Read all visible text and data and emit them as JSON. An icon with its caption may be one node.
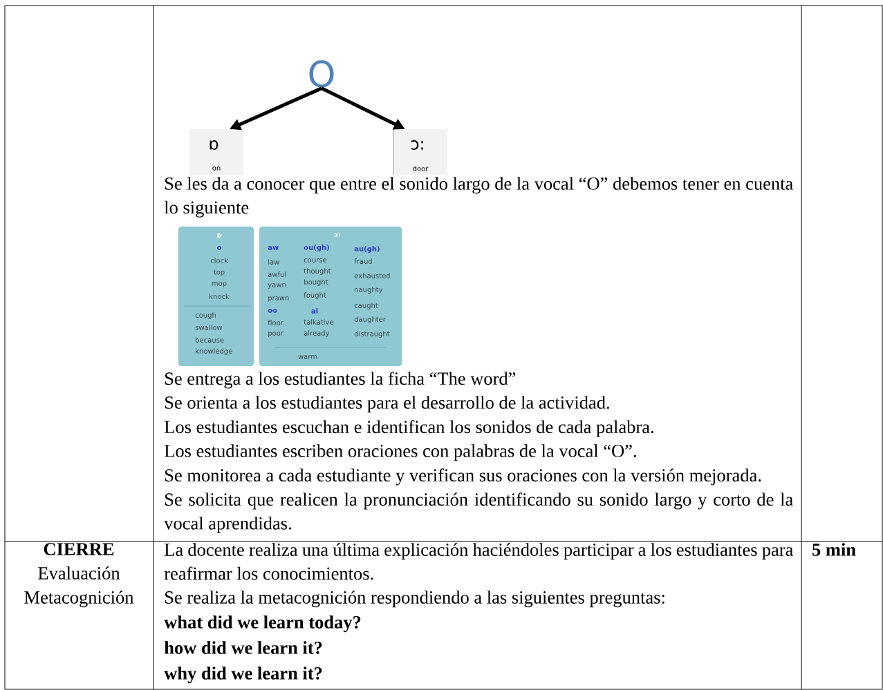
{
  "diagram": {
    "nodes": [
      {
        "text": [
          "O"
        ]
      },
      {
        "text": [
          "ɒ",
          "on"
        ]
      },
      {
        "text": [
          "ɔ:",
          "door"
        ]
      },
      {
        "text": [
          "ɒ",
          "o",
          "clock",
          "top",
          "mop",
          "knock",
          "cough",
          "swallow",
          "because",
          "knowledge"
        ]
      },
      {
        "text": [
          "ɔ:",
          "aw",
          "law",
          "awful",
          "yawn",
          "prawn",
          "oo",
          "floor",
          "poor",
          "ou(gh)",
          "course",
          "thought",
          "bought",
          "fought",
          "al",
          "talkative",
          "already",
          "au(gh)",
          "fraud",
          "exhausted",
          "naughty",
          "caught",
          "daughter",
          "distraught",
          "warm"
        ]
      }
    ],
    "edges": [
      {
        "from": 0,
        "to": 1,
        "arrow": "to"
      },
      {
        "from": 0,
        "to": 2,
        "arrow": "to"
      }
    ],
    "labels": [
      "Se les da a conocer que entre el sonido largo de la vocal “O” debemos tener en cuenta lo siguiente",
      "Se entrega a los estudiantes la ficha “The word”",
      "Se orienta a los estudiantes para el desarrollo de la actividad.",
      "Los estudiantes escuchan e identifican los sonidos de cada palabra.",
      "Los estudiantes escriben oraciones con palabras de la vocal “O”.",
      "Se monitorea a cada estudiante y verifican sus oraciones con la versión mejorada.",
      "Se solicita que realicen la pronunciación identificando su sonido largo y corto de la vocal aprendidas.",
      "CIERRE",
      "Evaluación",
      "Metacognición",
      "La docente realiza una última explicación haciéndoles participar a los estudiantes para reafirmar los conocimientos.",
      "Se realiza la metacognición respondiendo a las siguientes preguntas:",
      "what did we learn today?",
      "how did we learn it?",
      "why did we learn it?",
      "5 min"
    ]
  }
}
